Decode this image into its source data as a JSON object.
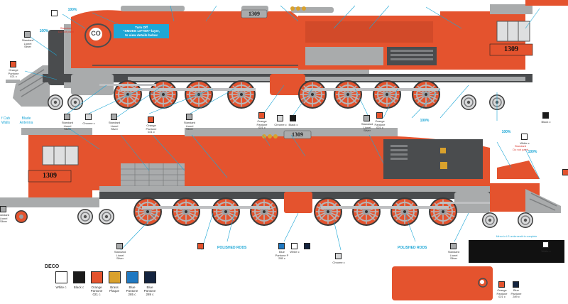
{
  "locomotive": {
    "number": "1309",
    "logo_text": "CO",
    "accent_orange": "#e4532e",
    "accent_grey": "#a9abac",
    "dark_grey": "#4a4c4e",
    "black": "#1b1b1b"
  },
  "callout": {
    "text": "Turn Off\n\"SMOKE LIFTER\" layer,\nto view details below"
  },
  "labels": {
    "pct_top_left": "100%",
    "pct_left": "100%",
    "pct_right_a": "100%",
    "pct_right_b": "100%",
    "pct_mid": "100%",
    "cab_walls": "f Cab\nWalls",
    "blade_antenna": "Blade\nAntenna",
    "polished_rods_a": "POLISHED RODS",
    "polished_rods_b": "POLISHED RODS",
    "std_lionel_silver_1": "Standard\nLionel\nSilver",
    "std_lionel_silver_2": "Standard\nLionel\nSilver",
    "std_lionel_silver_3": "Standard\nLionel\nSilver",
    "std_lionel_silver_4": "Standard\nLionel\nSilver",
    "std_lionel_silver_5": "Standard\nLionel\nSilver",
    "std_lionel_silver_6": "Standard\nLionel\nSilver",
    "std_lionel_silver_7": "Standard\nLionel\nSilver",
    "std_lionel_silver_8": "Standard\nLionel\nSilver",
    "orange_pantone_1": "Orange\nPantone\n021 c",
    "orange_pantone_2": "Orange\nPantone\n021 c",
    "orange_pantone_3": "Orange\nPantone\n021 c",
    "orange_pantone_4": "Orange\nPantone\n021 c",
    "chrome_1": "Chrome c",
    "chrome_2": "Chrome c",
    "chrome_3": "Chrome c",
    "black_1": "Black c",
    "black_2": "Black c",
    "white_1": "White c",
    "white_2": "White c",
    "white_3": "White c",
    "blue_pantone": "Blue\nPantone P\n285 c",
    "red_note_a": "Standard\nDo not paint",
    "red_note_b": "Standard\nDo not paint"
  },
  "deco": {
    "title": "DECO",
    "swatches": [
      {
        "label": "White c",
        "color": "#ffffff"
      },
      {
        "label": "Black c",
        "color": "#1b1b1b"
      },
      {
        "label": "Orange\nPantone\n021 c",
        "color": "#e4532e"
      },
      {
        "label": "Brass\nPlaque",
        "color": "#d9a12c"
      },
      {
        "label": "Blue\nPantone\n285 c",
        "color": "#1f78c1"
      },
      {
        "label": "Blue\nPantone\n289 c",
        "color": "#14243f"
      }
    ]
  },
  "tender_inset": {
    "swatch_a_label": "Orange\nPantone\n021 c",
    "swatch_b_label": "Blue\nPantone\n289 c",
    "note": "Mirror to LS underneath to complete"
  }
}
